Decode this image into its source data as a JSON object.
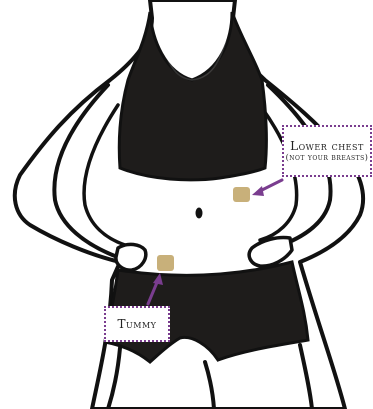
{
  "colors": {
    "outline": "#111111",
    "garment": "#1e1c1b",
    "skin": "#ffffff",
    "patch": "#c8b07a",
    "accent": "#7a3d8f"
  },
  "callouts": {
    "chest": {
      "title": "Lower chest",
      "subtitle": "(not your breasts)"
    },
    "tummy": {
      "title": "Tummy"
    }
  }
}
